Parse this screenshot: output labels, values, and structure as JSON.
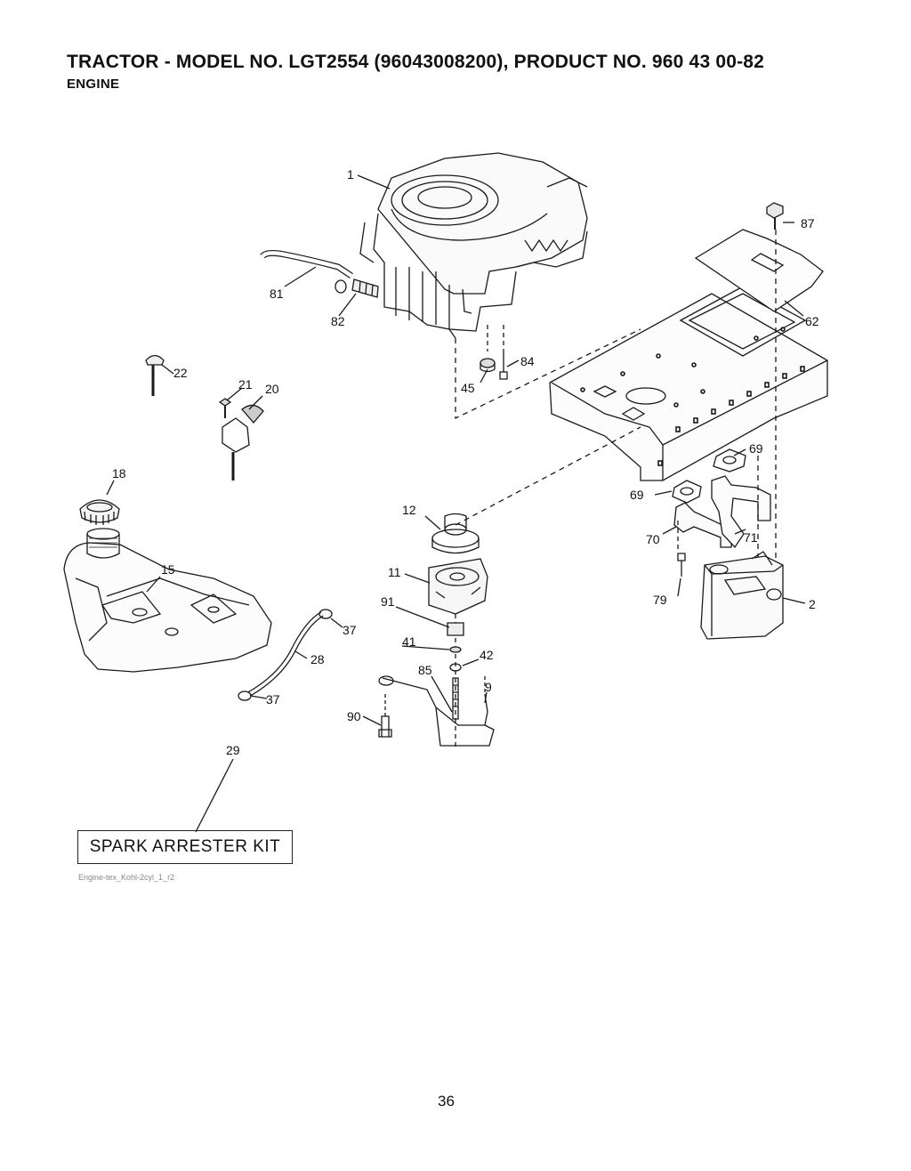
{
  "header": {
    "title": "TRACTOR - MODEL NO. LGT2554 (96043008200), PRODUCT NO. 960 43 00-82",
    "subtitle": "ENGINE"
  },
  "diagram": {
    "callouts": [
      "1",
      "87",
      "62",
      "81",
      "82",
      "84",
      "45",
      "22",
      "21",
      "20",
      "18",
      "69",
      "69",
      "12",
      "70",
      "71",
      "15",
      "11",
      "79",
      "2",
      "91",
      "37",
      "41",
      "42",
      "28",
      "85",
      "9",
      "37",
      "90",
      "29"
    ]
  },
  "kit_label": "SPARK ARRESTER KIT",
  "file_ref": "Engine-tex_Kohl-2cyl_1_r2",
  "page_number": "36"
}
